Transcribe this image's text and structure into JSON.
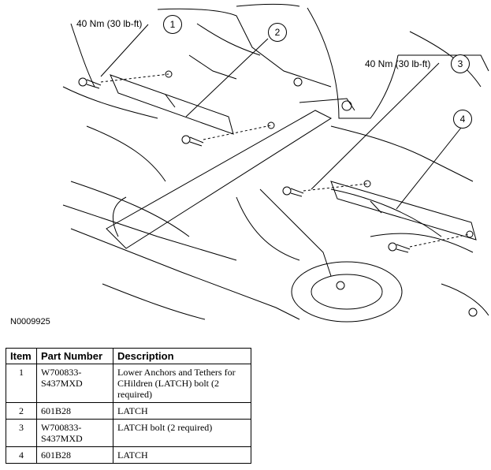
{
  "figure": {
    "id_label": "N0009925",
    "callouts": [
      {
        "num": "1",
        "text": "40 Nm (30 lb-ft)"
      },
      {
        "num": "2",
        "text": ""
      },
      {
        "num": "3",
        "text": "40 Nm (30 lb-ft)"
      },
      {
        "num": "4",
        "text": ""
      }
    ]
  },
  "table": {
    "headers": [
      "Item",
      "Part Number",
      "Description"
    ],
    "rows": [
      {
        "item": "1",
        "part_number": "W700833-S437MXD",
        "description": "Lower Anchors and Tethers for CHildren (LATCH) bolt (2 required)"
      },
      {
        "item": "2",
        "part_number": "601B28",
        "description": "LATCH"
      },
      {
        "item": "3",
        "part_number": "W700833-S437MXD",
        "description": "LATCH bolt (2 required)"
      },
      {
        "item": "4",
        "part_number": "601B28",
        "description": "LATCH"
      }
    ]
  }
}
